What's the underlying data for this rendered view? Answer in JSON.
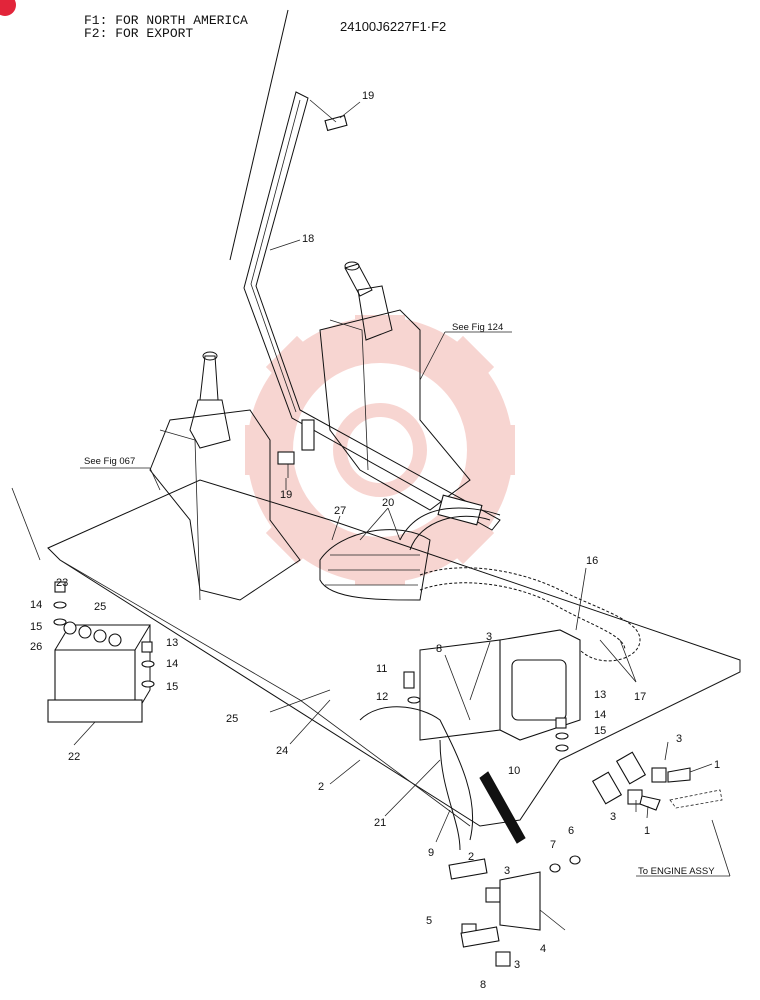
{
  "header": {
    "variant_f1": "F1: FOR  NORTH  AMERICA",
    "variant_f2": "F2: FOR  EXPORT",
    "drawing_number": "24100J6227F1·F2"
  },
  "references": {
    "fig_124": "See Fig 124",
    "fig_067": "See Fig 067",
    "engine_assy": "To ENGINE ASSY"
  },
  "callouts": {
    "c1a": "1",
    "c1b": "1",
    "c2a": "2",
    "c2b": "2",
    "c3a": "3",
    "c3b": "3",
    "c3c": "3",
    "c3d": "3",
    "c3e": "3",
    "c4": "4",
    "c5": "5",
    "c6": "6",
    "c7": "7",
    "c8a": "8",
    "c8b": "8",
    "c9": "9",
    "c10": "10",
    "c11": "11",
    "c12": "12",
    "c13a": "13",
    "c13b": "13",
    "c14a": "14",
    "c14b": "14",
    "c14c": "14",
    "c15a": "15",
    "c15b": "15",
    "c15c": "15",
    "c16": "16",
    "c17": "17",
    "c18": "18",
    "c19a": "19",
    "c19b": "19",
    "c20": "20",
    "c21": "21",
    "c22": "22",
    "c23": "23",
    "c24": "24",
    "c25a": "25",
    "c25b": "25",
    "c26": "26",
    "c27": "27"
  },
  "colors": {
    "watermark": "#f2b3ad",
    "badge": "#e2253a",
    "ink": "#111111"
  }
}
